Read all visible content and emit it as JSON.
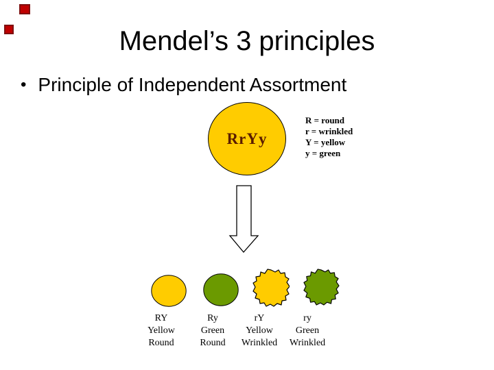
{
  "slide": {
    "title": "Mendel’s 3 principles",
    "bullet_marker": "•",
    "bullet": "Principle of Independent Assortment"
  },
  "parent": {
    "genotype": "RrYy"
  },
  "legend": {
    "lines": [
      "R = round",
      "r = wrinkled",
      "Y = yellow",
      "y = green"
    ]
  },
  "offspring": [
    {
      "genotype": "RY",
      "trait_color": "Yellow",
      "trait_shape": "Round",
      "shape": "round",
      "fill": "#FFCC00"
    },
    {
      "genotype": "Ry",
      "trait_color": "Green",
      "trait_shape": "Round",
      "shape": "round",
      "fill": "#6B9A00"
    },
    {
      "genotype": "rY",
      "trait_color": "Yellow",
      "trait_shape": "Wrinkled",
      "shape": "wrinkled",
      "fill": "#FFCC00"
    },
    {
      "genotype": "ry",
      "trait_color": "Green",
      "trait_shape": "Wrinkled",
      "shape": "wrinkled",
      "fill": "#6B9A00"
    }
  ],
  "colors": {
    "seed_yellow": "#FFCC00",
    "seed_green": "#6B9A00",
    "genotype_text": "#5A1C00",
    "outline": "#000000",
    "decor_red": "#C00000",
    "decor_red_border": "#7F1010"
  }
}
